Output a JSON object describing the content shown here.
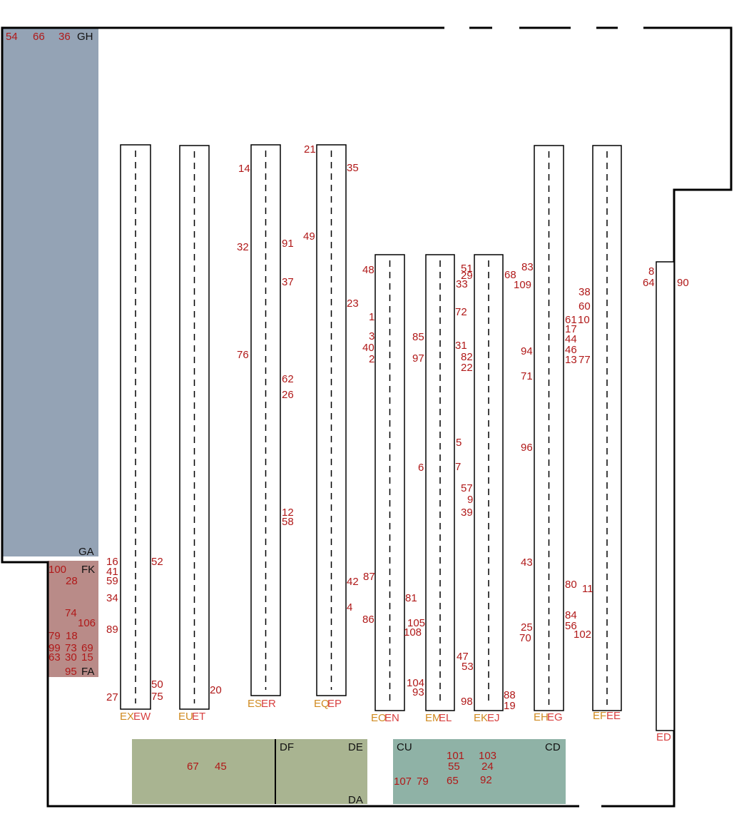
{
  "colors": {
    "zone_blue": "#94a3b5",
    "zone_red": "#b98b88",
    "zone_olive": "#a9b491",
    "zone_teal": "#8fb2a6",
    "number_text": "#b01818",
    "aisle_label_a": "#d08a20",
    "aisle_label_b": "#d84040"
  },
  "zone_labels": [
    "GH",
    "GA",
    "FK",
    "FA",
    "DF",
    "DE",
    "DA",
    "CU",
    "CD"
  ],
  "aisle_labels": [
    {
      "a": "EX",
      "b": "EW"
    },
    {
      "a": "EU",
      "b": "ET"
    },
    {
      "a": "ES",
      "b": "ER"
    },
    {
      "a": "EQ",
      "b": "EP"
    },
    {
      "a": "EO",
      "b": "EN"
    },
    {
      "a": "EM",
      "b": "EL"
    },
    {
      "a": "EK",
      "b": "EJ"
    },
    {
      "a": "EH",
      "b": "EG"
    },
    {
      "a": "EF",
      "b": "EE"
    },
    {
      "a": "",
      "b": "ED"
    }
  ],
  "numbers": [
    "54",
    "66",
    "36",
    "100",
    "28",
    "74",
    "106",
    "79",
    "18",
    "99",
    "73",
    "69",
    "63",
    "30",
    "15",
    "95",
    "16",
    "41",
    "59",
    "34",
    "89",
    "27",
    "52",
    "50",
    "75",
    "20",
    "14",
    "32",
    "76",
    "91",
    "37",
    "62",
    "26",
    "12",
    "58",
    "21",
    "49",
    "35",
    "23",
    "42",
    "4",
    "48",
    "1",
    "3",
    "40",
    "2",
    "87",
    "86",
    "81",
    "105",
    "108",
    "104",
    "93",
    "85",
    "97",
    "6",
    "51",
    "29",
    "33",
    "72",
    "31",
    "82",
    "22",
    "5",
    "7",
    "57",
    "9",
    "39",
    "47",
    "53",
    "98",
    "88",
    "19",
    "68",
    "83",
    "109",
    "94",
    "71",
    "96",
    "43",
    "25",
    "70",
    "38",
    "60",
    "61",
    "10",
    "17",
    "44",
    "46",
    "13",
    "77",
    "80",
    "11",
    "84",
    "56",
    "102",
    "8",
    "64",
    "90",
    "67",
    "45",
    "101",
    "103",
    "55",
    "24",
    "65",
    "92",
    "107",
    "79"
  ]
}
